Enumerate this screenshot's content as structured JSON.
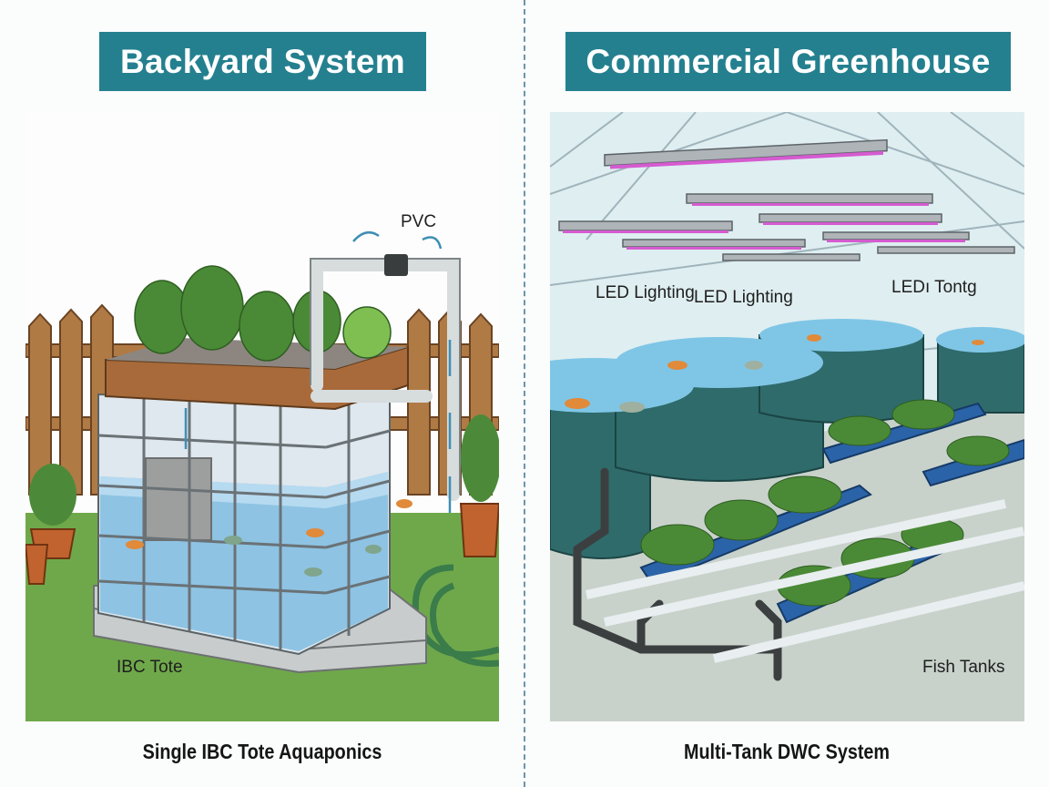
{
  "left_panel": {
    "title": "Backyard System",
    "labels": {
      "pvc": "PVC",
      "ibc": "IBC Tote"
    },
    "caption": "Single IBC Tote Aquaponics"
  },
  "right_panel": {
    "title": "Commercial Greenhouse",
    "labels": {
      "led_lighting_1": "LED Lighting",
      "led_lighting_2": "LED Lighting",
      "led_tank": "LEDı Tontg",
      "fish_tanks": "Fish Tanks"
    },
    "caption": "Multi-Tank DWC System"
  },
  "colors": {
    "title_bg": "#24808f",
    "divider": "#6b95b0",
    "water": "#8ec3e3",
    "grass": "#6fa84a",
    "tank": "#2f6b6b",
    "led": "#d55bd0"
  }
}
